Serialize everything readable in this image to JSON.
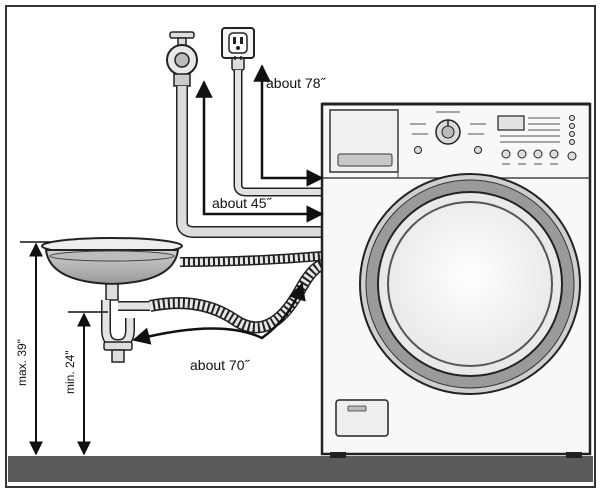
{
  "labels": {
    "power_cord_length": "about 78˝",
    "water_supply_length": "about 45˝",
    "drain_hose_length": "about 70˝",
    "max_height": "max. 39\"",
    "min_height": "min. 24\""
  },
  "colors": {
    "outline": "#222222",
    "hose_light": "#d9d9d9",
    "floor": "#5a5a5a",
    "door_ring": "#8c8c8c"
  }
}
